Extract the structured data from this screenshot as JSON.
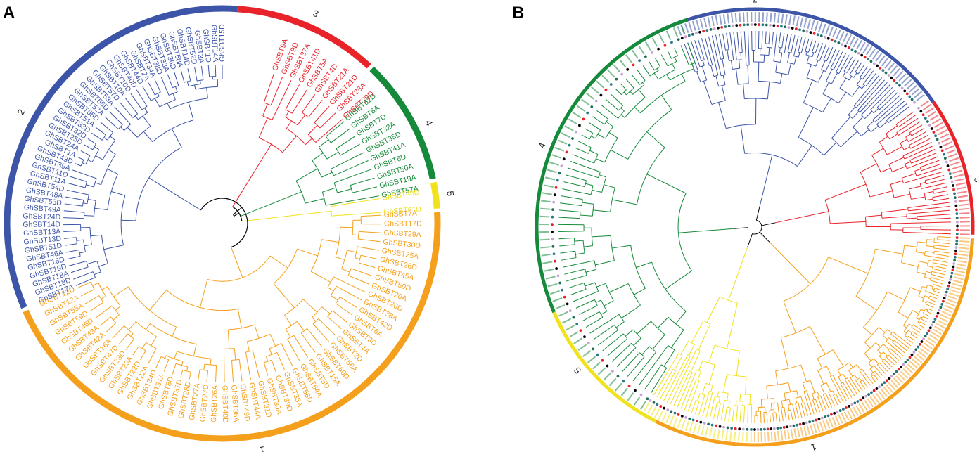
{
  "colors": {
    "1": "#f5a01d",
    "2": "#3d55a8",
    "3": "#e8232a",
    "4": "#158a3a",
    "5": "#f1e21d",
    "root": "#000000"
  },
  "panel_a": {
    "letter": "A",
    "clades": [
      {
        "id": "2",
        "label": "2",
        "color_key": "2",
        "leaves": [
          "GhSBT17A",
          "GhSBT18D",
          "GhSBT18A",
          "GhSBT19D",
          "GhSBT16D",
          "GhSBT46A",
          "GhSBT51D",
          "GhSBT13D",
          "GhSBT13A",
          "GhSBT14D",
          "GhSBT24D",
          "GhSBT49A",
          "GhSBT53D",
          "GhSBT48A",
          "GhSBT54D",
          "GhSBT11A",
          "GhSBT11D",
          "GhSBT39A",
          "GhSBT43D",
          "GhSBT1A",
          "GhSBT24A",
          "GhSBT25D",
          "GhSBT32D",
          "GhSBT33D",
          "GhSBT51A",
          "GhSBT55D",
          "GhSBT52A",
          "GhSBT56D",
          "GhSBT53A",
          "GhSBT57D",
          "GhSBT10A",
          "GhSBT10D",
          "GhSBT40D",
          "GhSBT44D",
          "GhSBT2A",
          "GhSBT34A",
          "GhSBT38D",
          "GhSBT33A",
          "GhSBT36D",
          "GhSBT58A",
          "GhSBT14D",
          "GhSBT52D",
          "GhSBT3A",
          "GhSBT1D",
          "GhSBT14A",
          "GhSBT15D"
        ]
      },
      {
        "id": "3",
        "label": "3",
        "color_key": "3",
        "leaves": [
          "GhSBT9A",
          "GhSBT9D",
          "GhSBT37A",
          "GhSBT41D",
          "GhSBT5A",
          "GhSBT4D",
          "GhSBT21A",
          "GhSBT21D",
          "GhSBT28A",
          "GhSBT29D"
        ]
      },
      {
        "id": "4",
        "label": "4",
        "color_key": "4",
        "leaves": [
          "GhSBT62D",
          "GhSBT8A",
          "GhSBT7D",
          "GhSBT32A",
          "GhSBT35D",
          "GhSBT41A",
          "GhSBT6D",
          "GhSBT50A",
          "GhSBT19A",
          "GhSBT57A",
          "GhSBT48D"
        ]
      },
      {
        "id": "5",
        "label": "5",
        "color_key": "5",
        "leaves": [
          "GhSBT48D",
          "GhSBT61D"
        ]
      },
      {
        "id": "1",
        "label": "1",
        "color_key": "1",
        "leaves": [
          "GhSBT7A",
          "GhSBT17D",
          "GhSBT29A",
          "GhSBT30D",
          "GhSBT25A",
          "GhSBT26D",
          "GhSBT45A",
          "GhSBT50D",
          "GhSBT20A",
          "GhSBT20D",
          "GhSBT38A",
          "GhSBT42D",
          "GhSBT6A",
          "GhSBT3D",
          "GhSBT4A",
          "GhSBT2D",
          "GhSBT56A",
          "GhSBT60D",
          "GhSBT15A",
          "GhSBT5D",
          "GhSBT54A",
          "GhSBT58D",
          "GhSBT35A",
          "GhSBT39D",
          "GhSBT30A",
          "GhSBT31D",
          "GhSBT44A",
          "GhSBT49D",
          "GhSBT36A",
          "GhSBT40D",
          "GhSBT26A",
          "GhSBT27D",
          "GhSBT27A",
          "GhSBT28D",
          "GhSBT37D",
          "GhSBT8D",
          "GhSBT31A",
          "GhSBT34D",
          "GhSBT22A",
          "GhSBT22D",
          "GhSBT23A",
          "GhSBT23D",
          "GhSBT47D",
          "GhSBT16A",
          "GhSBT42A",
          "GhSBT43A",
          "GhSBT46D",
          "GhSBT59D",
          "GhSBT55A",
          "GhSBT12A",
          "GhSBT12D"
        ]
      }
    ]
  },
  "panel_b": {
    "letter": "B",
    "clades": [
      {
        "id": "2",
        "label": "2",
        "color_key": "2"
      },
      {
        "id": "3",
        "label": "3",
        "color_key": "3"
      },
      {
        "id": "4",
        "label": "4",
        "color_key": "4"
      },
      {
        "id": "5",
        "label": "5",
        "color_key": "5"
      },
      {
        "id": "1",
        "label": "1",
        "color_key": "1"
      }
    ],
    "marker_colors": [
      "#000000",
      "#1f6e5a",
      "#e8232a",
      "#c9a3d6",
      "#2b7a8a"
    ]
  }
}
